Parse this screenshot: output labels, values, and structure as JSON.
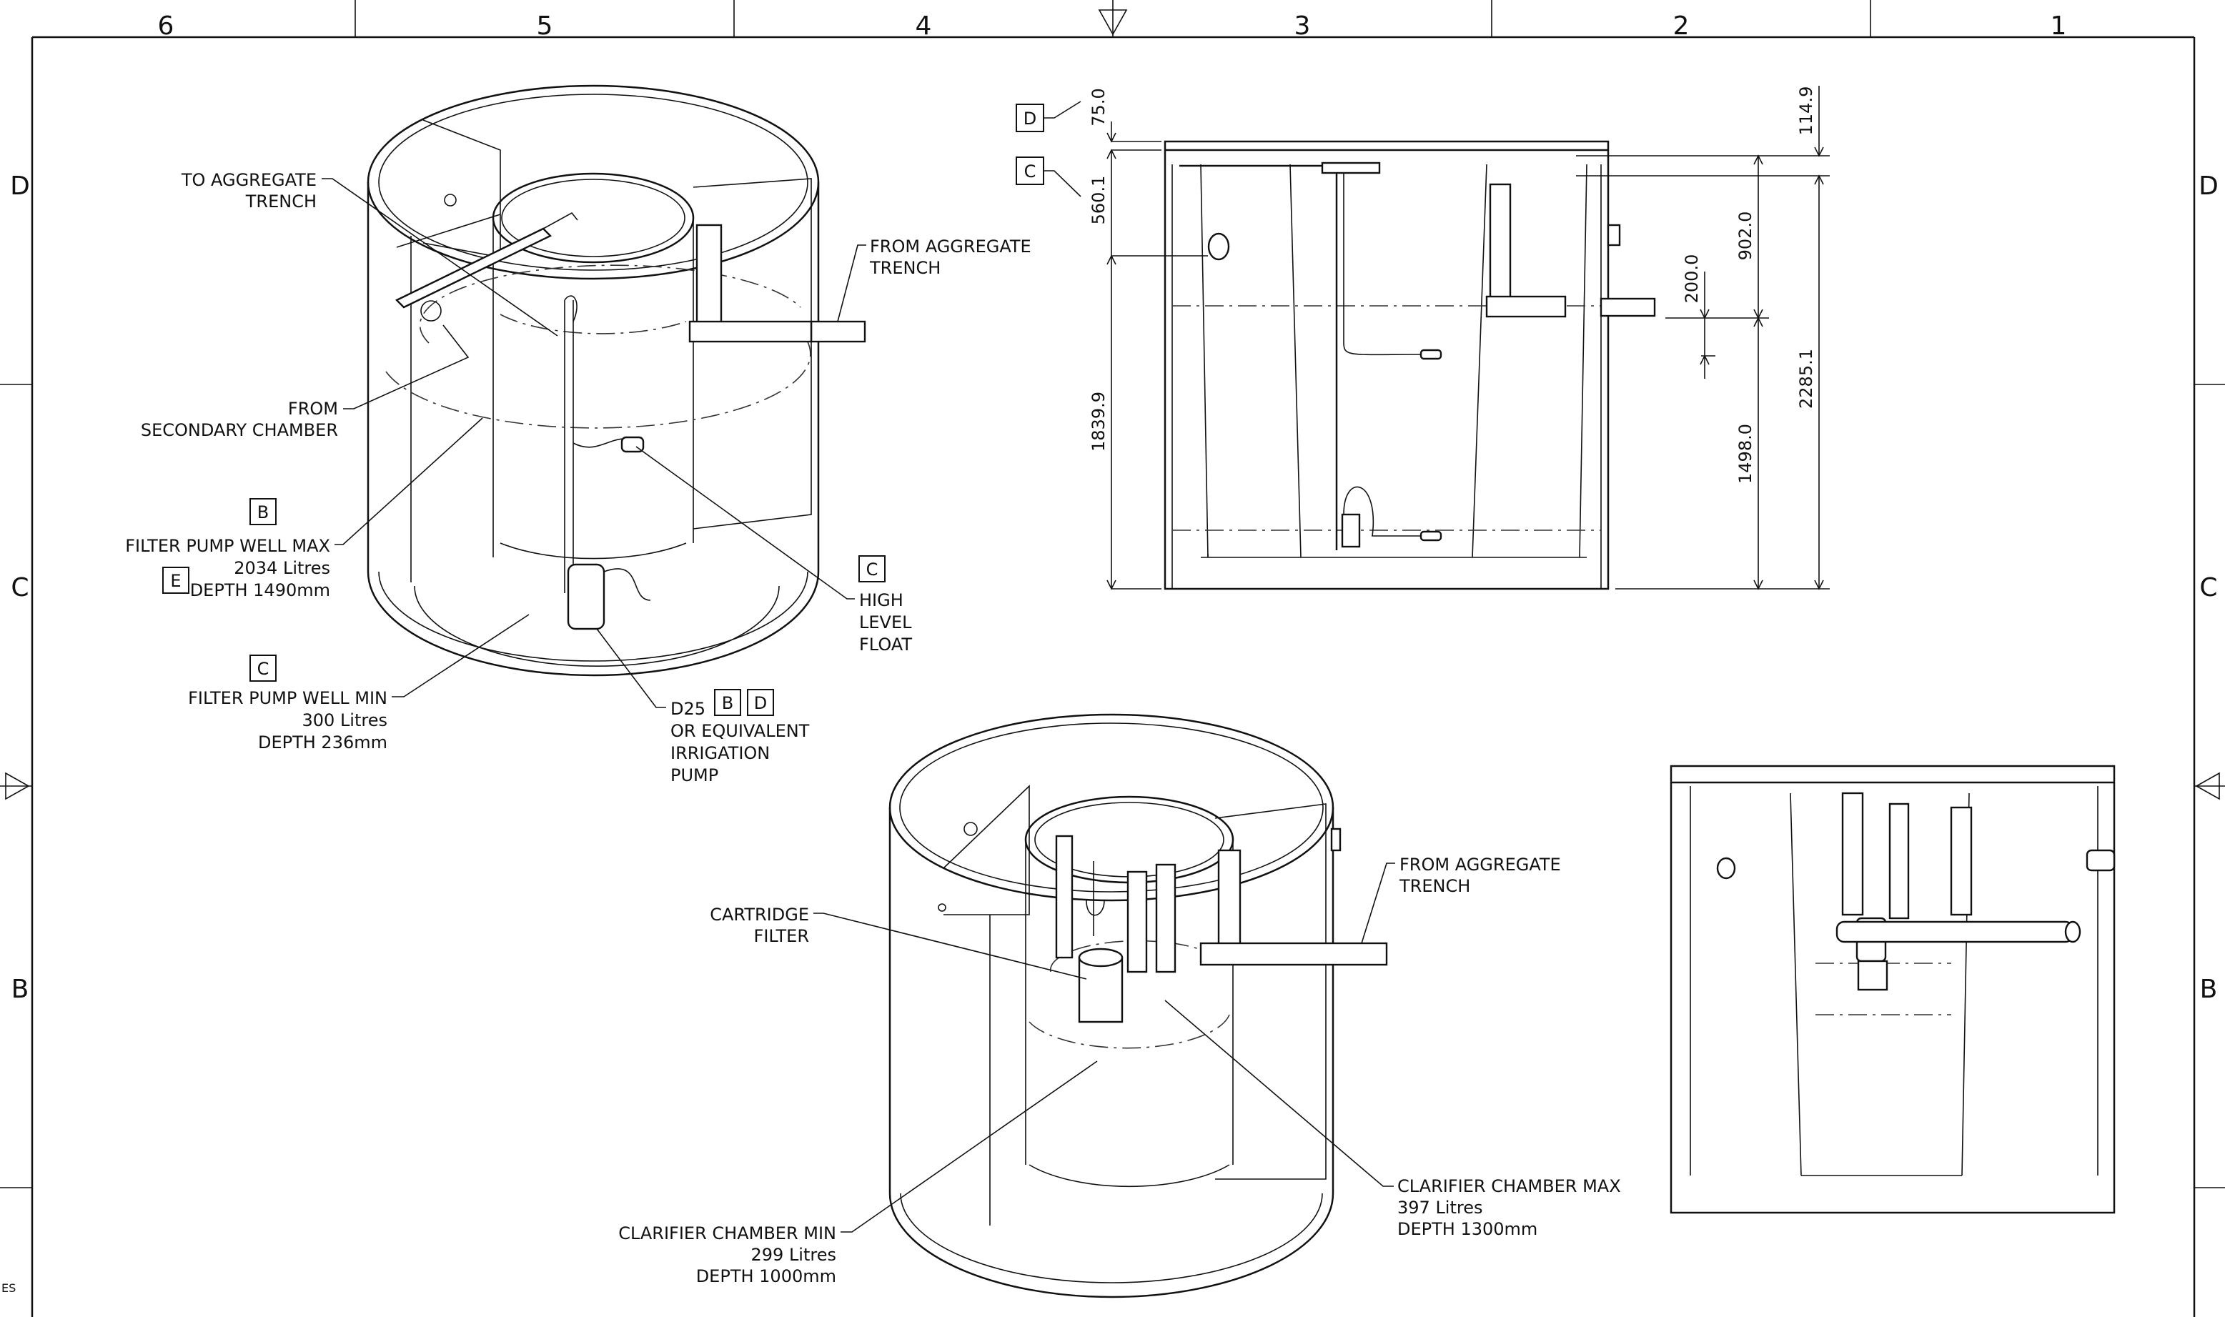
{
  "grid": {
    "columns": [
      "6",
      "5",
      "4",
      "3",
      "2",
      "1"
    ],
    "rows_left": [
      "D",
      "C",
      "B"
    ],
    "rows_right": [
      "D",
      "C",
      "B"
    ]
  },
  "footer_fragment": "ES",
  "iso_top": {
    "to_aggregate": [
      "TO AGGREGATE",
      "TRENCH"
    ],
    "from_aggregate": [
      "FROM AGGREGATE",
      "TRENCH"
    ],
    "from_secondary": [
      "FROM",
      "SECONDARY CHAMBER"
    ],
    "max_tag": "B",
    "max_tag2": "E",
    "filter_max": [
      "FILTER PUMP WELL MAX",
      "2034 Litres",
      "DEPTH 1490mm"
    ],
    "min_tag": "C",
    "filter_min": [
      "FILTER PUMP WELL MIN",
      "300 Litres",
      "DEPTH 236mm"
    ],
    "float_tag": "C",
    "float": [
      "HIGH",
      "LEVEL",
      "FLOAT"
    ],
    "pump_tags": [
      "B",
      "D"
    ],
    "pump": [
      "D25",
      "OR EQUIVALENT",
      "IRRIGATION",
      "PUMP"
    ]
  },
  "section": {
    "tag_d": "D",
    "tag_c": "C",
    "dims": {
      "d75": "75.0",
      "d560": "560.1",
      "d1839": "1839.9",
      "d114": "114.9",
      "d902": "902.0",
      "d200": "200.0",
      "d2285": "2285.1",
      "d1498": "1498.0"
    }
  },
  "iso_bottom": {
    "from_aggregate": [
      "FROM AGGREGATE",
      "TRENCH"
    ],
    "cartridge": [
      "CARTRIDGE",
      "FILTER"
    ],
    "clar_max": [
      "CLARIFIER CHAMBER MAX",
      "397 Litres",
      "DEPTH 1300mm"
    ],
    "clar_min": [
      "CLARIFIER CHAMBER MIN",
      "299 Litres",
      "DEPTH 1000mm"
    ]
  }
}
